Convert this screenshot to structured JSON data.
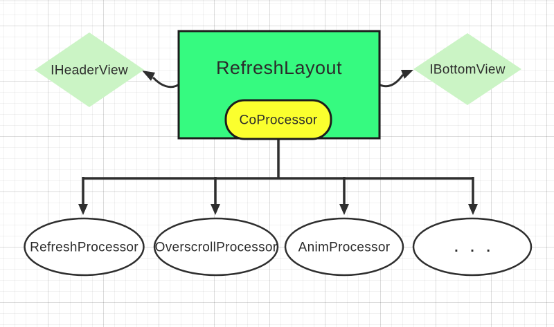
{
  "diagram": {
    "nodes": {
      "refresh_layout": {
        "label": "RefreshLayout"
      },
      "co_processor": {
        "label": "CoProcessor"
      },
      "i_header_view": {
        "label": "IHeaderView"
      },
      "i_bottom_view": {
        "label": "IBottomView"
      },
      "processors": [
        {
          "label": "RefreshProcessor"
        },
        {
          "label": "OverscrollProcessor"
        },
        {
          "label": "AnimProcessor"
        },
        {
          "label": ". . ."
        }
      ]
    }
  },
  "colors": {
    "node_green": "#36FA80",
    "pill_yellow": "#FBFF2E",
    "diamond_green": "#CBF4C5",
    "connector": "#2E2E2E",
    "stroke_dark": "#1C1C1C",
    "text_dark": "#2B2B2B"
  }
}
